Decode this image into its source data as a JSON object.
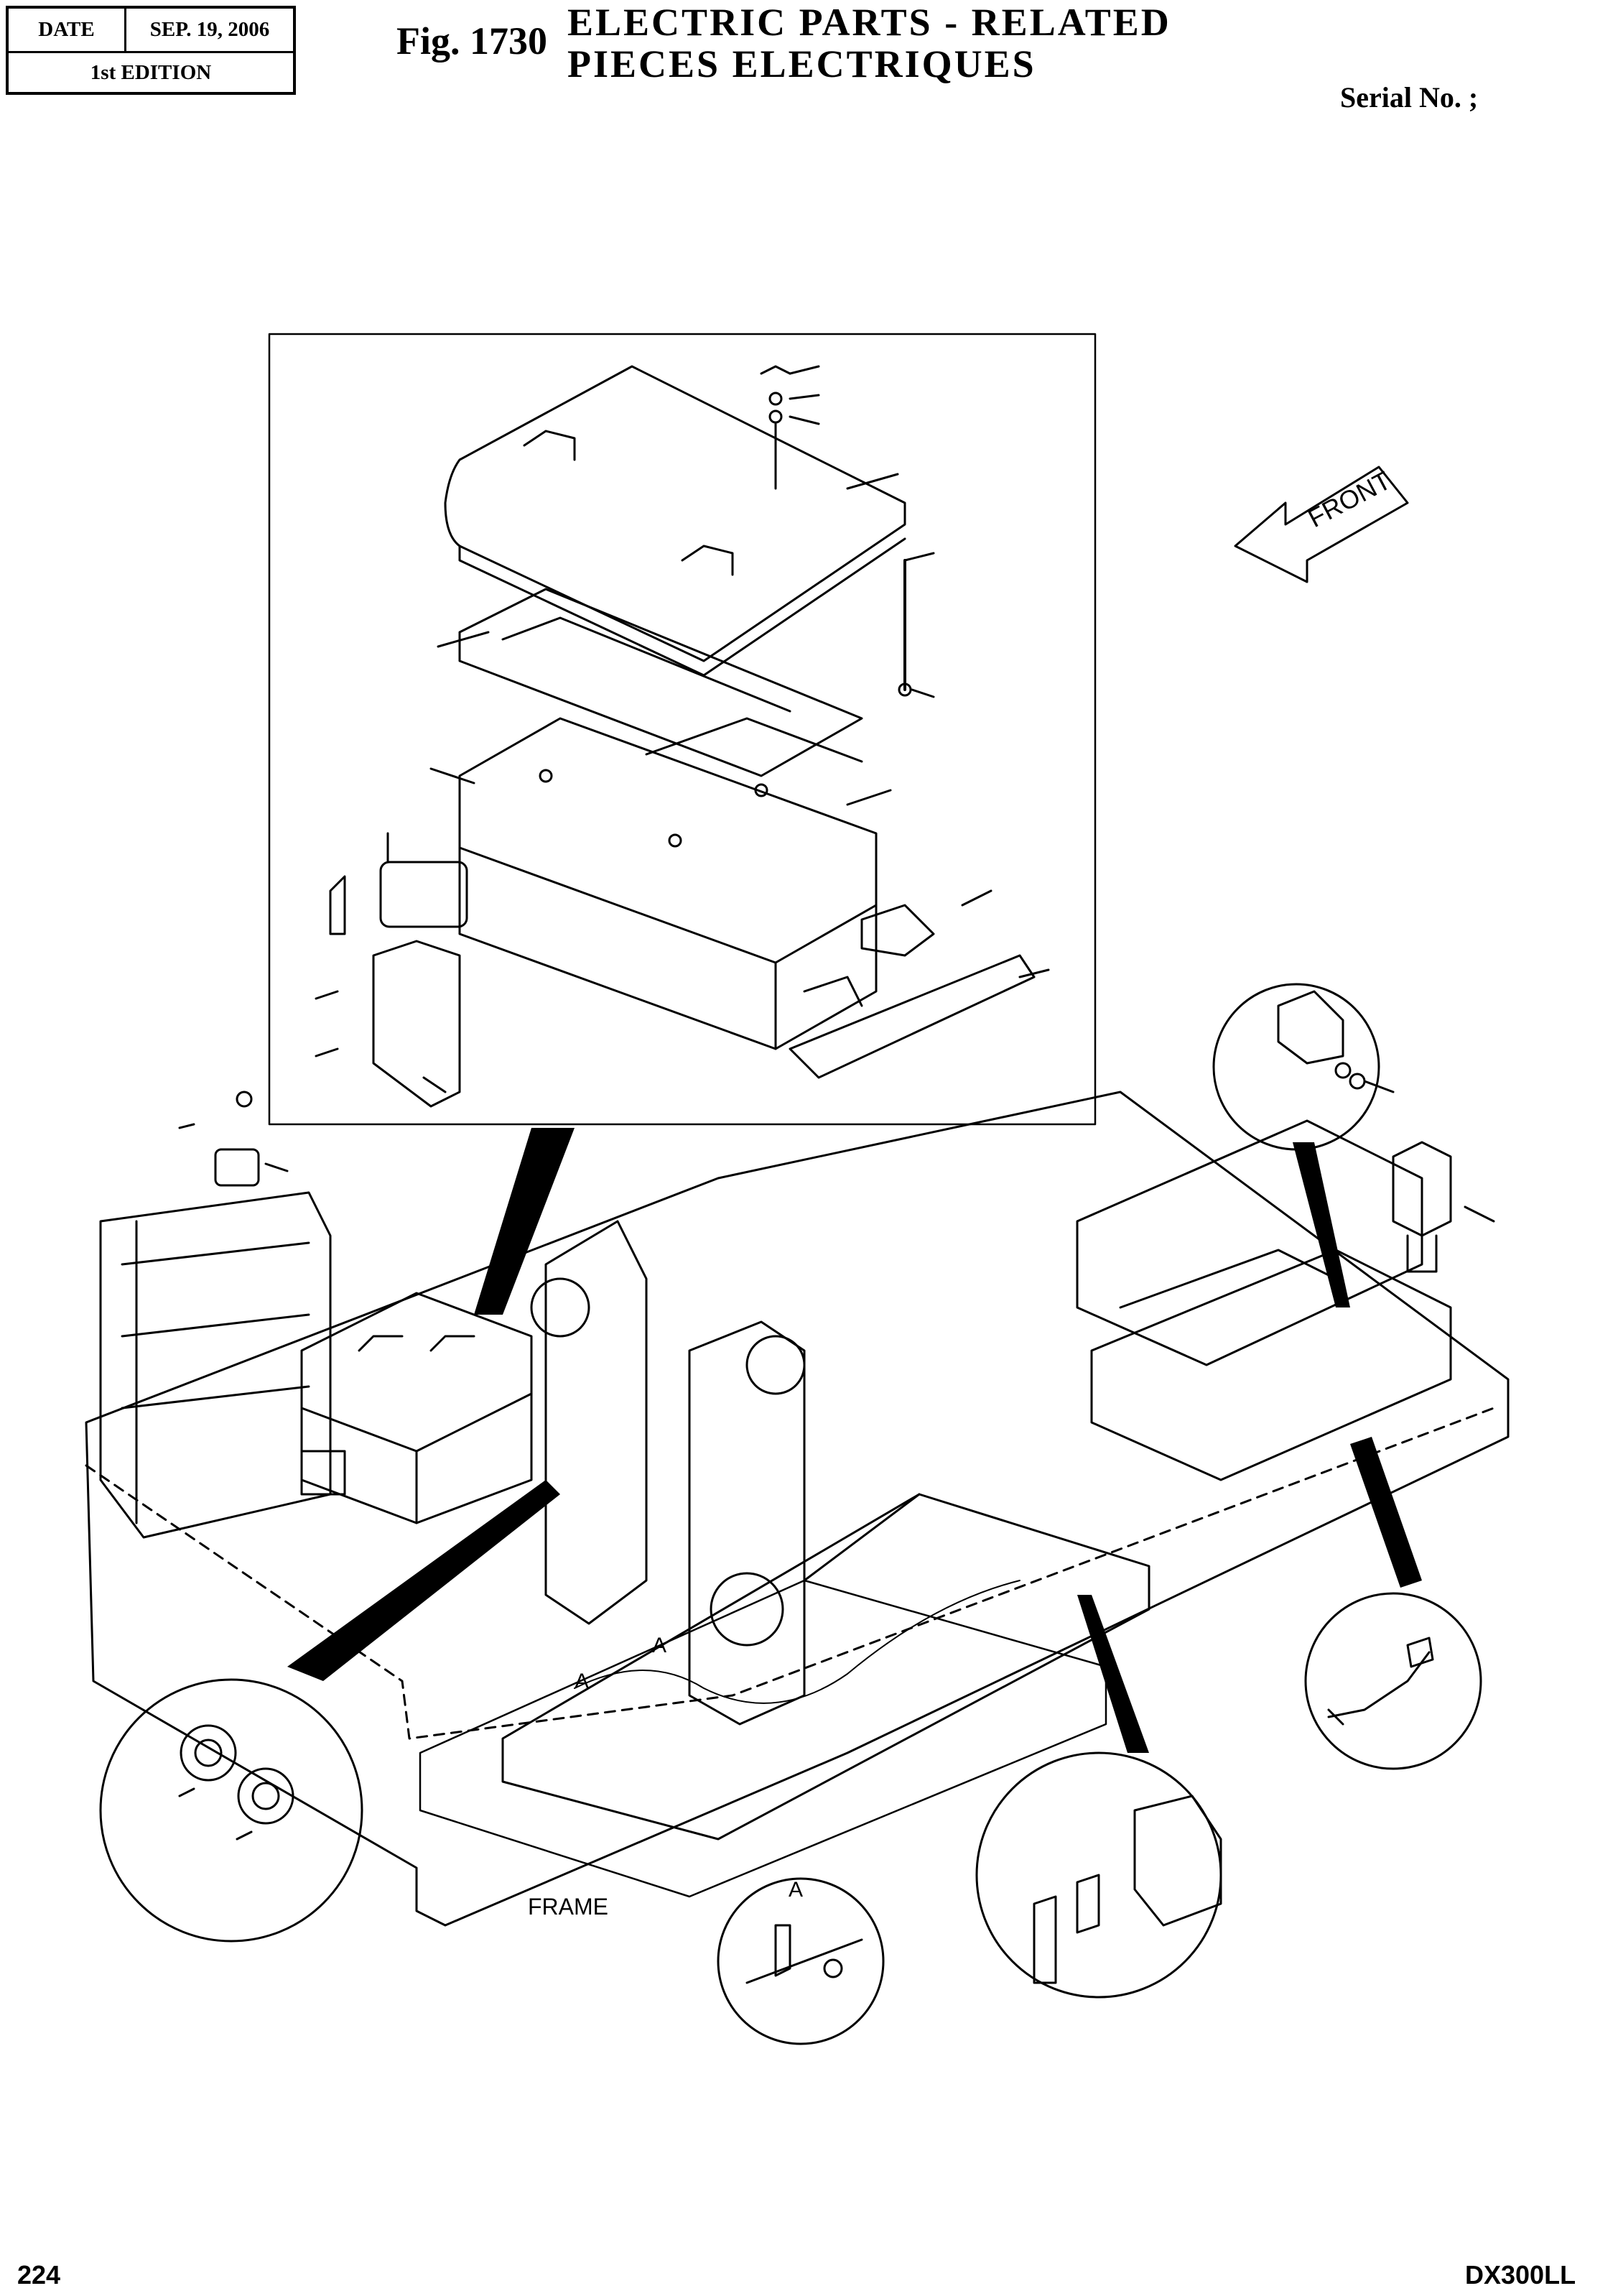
{
  "header": {
    "date_label": "DATE",
    "date_value": "SEP. 19, 2006",
    "edition": "1st EDITION"
  },
  "figure": {
    "number": "Fig. 1730",
    "title_en": "ELECTRIC PARTS - RELATED",
    "title_fr": "PIECES ELECTRIQUES"
  },
  "serial": "Serial No. ;",
  "diagram": {
    "front_label": "FRONT",
    "frame_label": "FRAME",
    "view_markers": [
      "A",
      "A",
      "A"
    ]
  },
  "footer": {
    "page": "224",
    "model": "DX300LL"
  }
}
